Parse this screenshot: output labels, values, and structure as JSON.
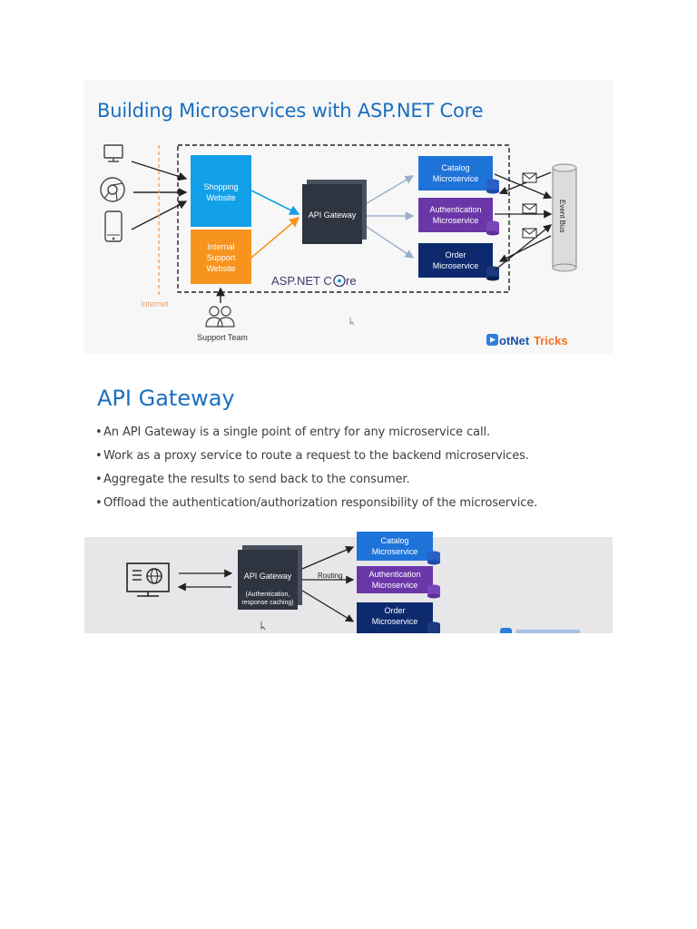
{
  "slide1": {
    "title": "Building Microservices with ASP.NET Core",
    "clients": [
      "desktop-icon",
      "chrome-browser-icon",
      "mobile-phone-icon"
    ],
    "internet_label": "Internet",
    "shopping_website": [
      "Shopping",
      "Website"
    ],
    "internal_support_website": [
      "Internal",
      "Support",
      "Website"
    ],
    "api_gateway": "API Gateway",
    "aspnet_core": "ASP.NET Core",
    "services": [
      {
        "line1": "Catalog",
        "line2": "Microservice",
        "color": "#1e73d9"
      },
      {
        "line1": "Authentication",
        "line2": "Microservice",
        "color": "#6b37a8"
      },
      {
        "line1": "Order",
        "line2": "Microservice",
        "color": "#0d2a6e"
      }
    ],
    "event_bus": "Event Bus",
    "support_team": "Support Team",
    "logo": "DotNetTricks",
    "colors": {
      "shopping": "#12a0e8",
      "internal": "#f7941d",
      "gateway": "#2e3440",
      "internet_line": "#f0a060"
    }
  },
  "slide2": {
    "title": "API Gateway",
    "bullets": [
      "An API Gateway is a single point of entry for any microservice call.",
      "Work as a proxy service to route a request to the backend microservices.",
      "Aggregate the results to send back to the consumer.",
      "Offload the authentication/authorization responsibility of the microservice."
    ],
    "gateway_title": "API Gateway",
    "gateway_sub": [
      "(Authentication,",
      "response caching)"
    ],
    "routing_label": "Routing",
    "services": [
      {
        "line1": "Catalog",
        "line2": "Microservice",
        "color": "#1e73d9"
      },
      {
        "line1": "Authentication",
        "line2": "Microservice",
        "color": "#6b37a8"
      },
      {
        "line1": "Order",
        "line2": "Microservice",
        "color": "#0d2a6e"
      }
    ],
    "client_icon": "web-client-monitor-icon"
  }
}
